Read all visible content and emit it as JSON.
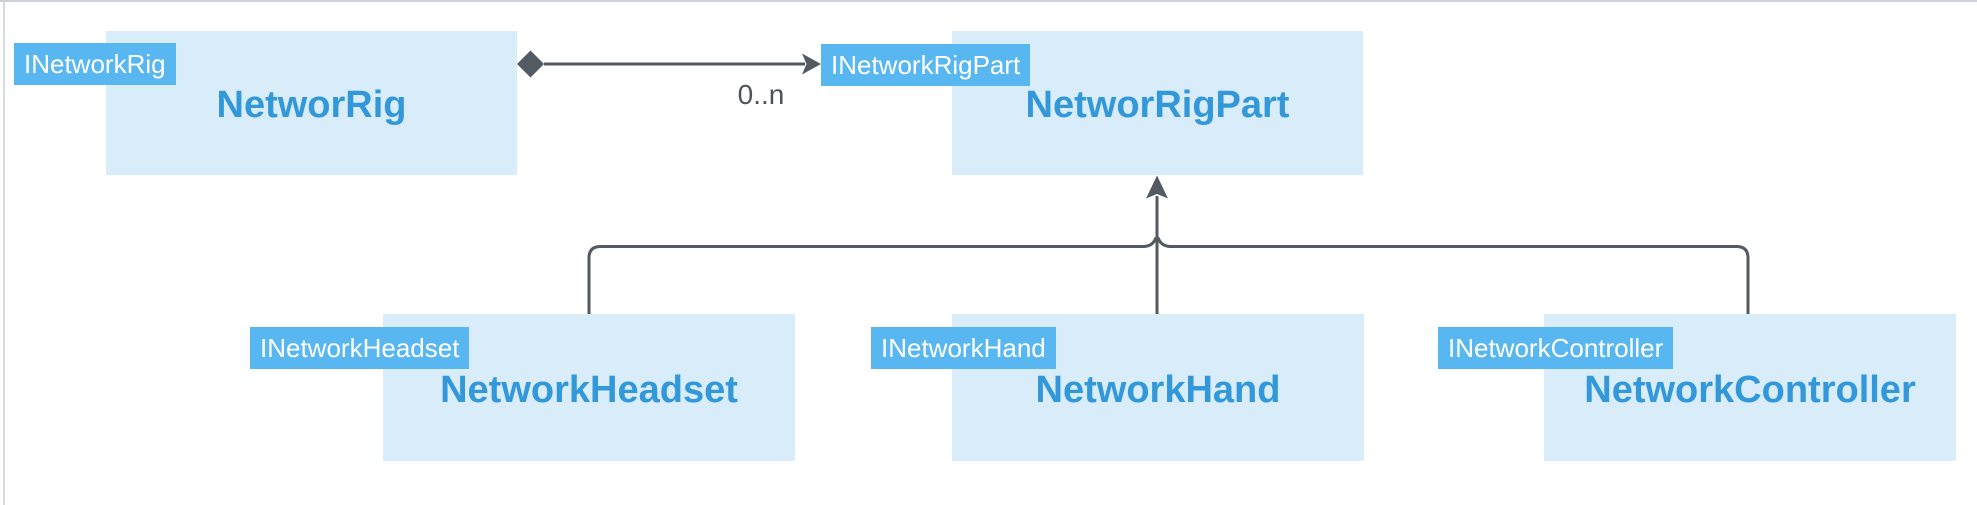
{
  "diagram": {
    "nodes": [
      {
        "badge": "INetworkRig",
        "title": "NetworRig"
      },
      {
        "badge": "INetworkRigPart",
        "title": "NetworRigPart"
      },
      {
        "badge": "INetworkHeadset",
        "title": "NetworkHeadset"
      },
      {
        "badge": "INetworkHand",
        "title": "NetworkHand"
      },
      {
        "badge": "INetworkController",
        "title": "NetworkController"
      }
    ],
    "edges": {
      "aggregation": {
        "from": "NetworRig",
        "to": "NetworRigPart",
        "multiplicity": "0..n"
      },
      "inheritance": {
        "parent": "NetworRigPart",
        "children": [
          "NetworkHeadset",
          "NetworkHand",
          "NetworkController"
        ]
      }
    },
    "colors": {
      "node_fill": "#d8ecf9",
      "badge_fill": "#58b7f0",
      "badge_text": "#ffffff",
      "title_text": "#3298da",
      "edge_stroke": "#545a62",
      "edge_label_text": "#4d5359",
      "pane_edge": "#cdd2d6",
      "background": "#ffffff"
    }
  }
}
